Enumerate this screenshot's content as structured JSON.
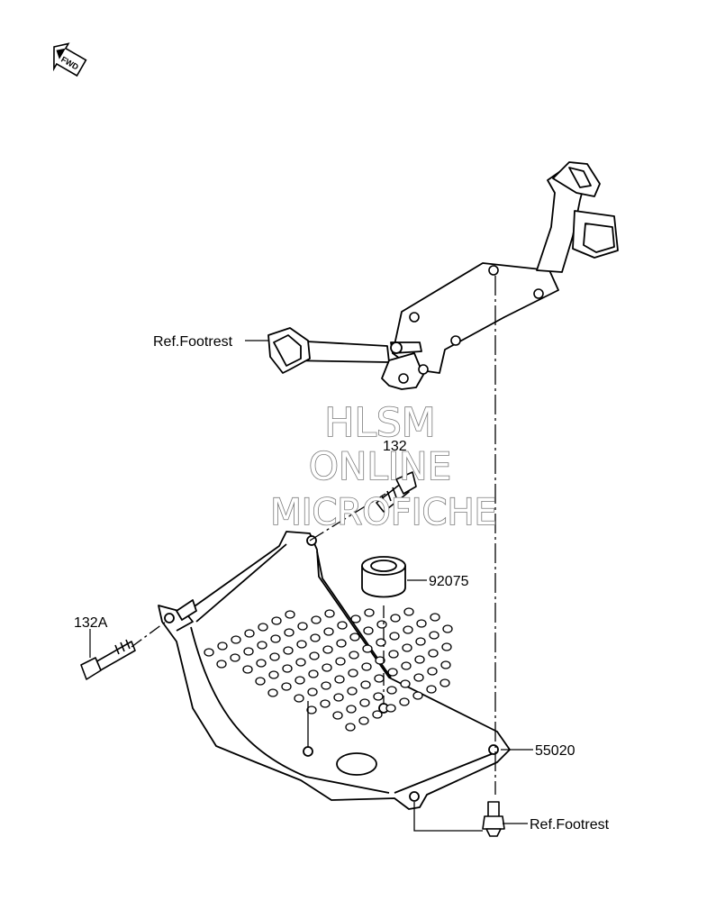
{
  "fwd_badge": "FWD",
  "watermark": [
    "HLSM",
    "ONLINE",
    "MICROFICHE"
  ],
  "callouts": {
    "ref_footrest_upper": "Ref.Footrest",
    "part_132": "132",
    "part_92075": "92075",
    "part_132a": "132A",
    "part_55020": "55020",
    "ref_footrest_lower": "Ref.Footrest"
  },
  "colors": {
    "line": "#000000",
    "watermark_stroke": "#7a7a7a",
    "background": "#ffffff"
  }
}
